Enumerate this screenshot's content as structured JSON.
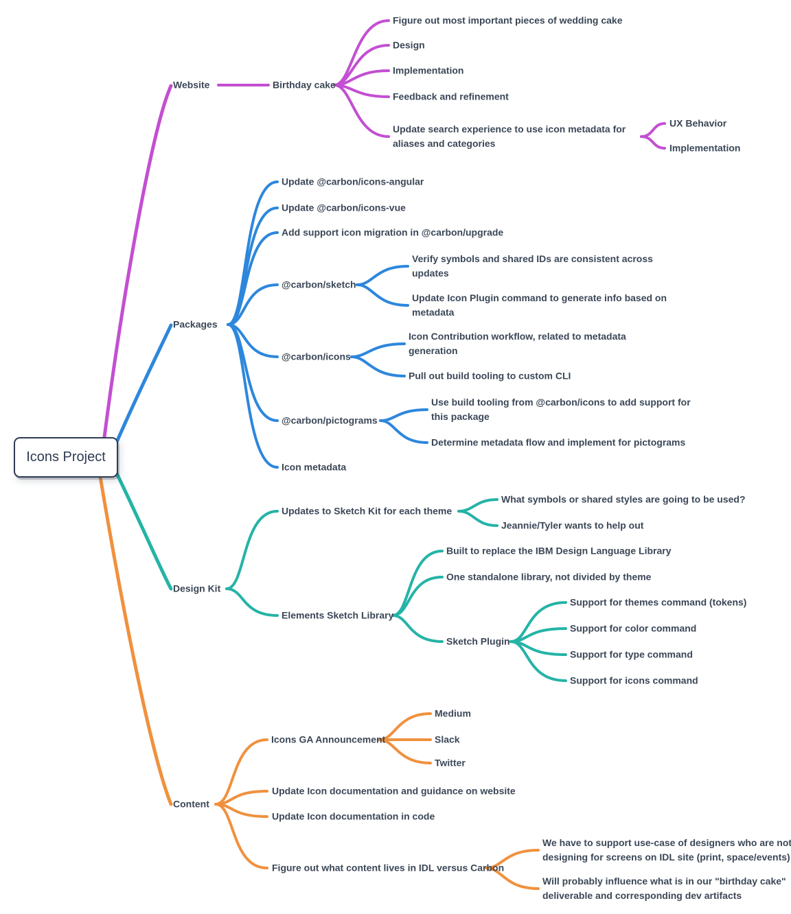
{
  "title": "Icons Project",
  "colors": {
    "website_branch": "#C34FD2",
    "packages_branch": "#2D87DC",
    "design_kit_branch": "#25B3A7",
    "content_branch": "#F0913E",
    "node_text": "#3B4757",
    "root_border": "#2F3B52",
    "background": "#FFFFFF"
  },
  "branches": [
    {
      "label": "Website",
      "children": [
        {
          "label": "Birthday cake",
          "children": [
            {
              "label": "Figure out most important pieces of wedding cake"
            },
            {
              "label": "Design"
            },
            {
              "label": "Implementation"
            },
            {
              "label": "Feedback and refinement"
            },
            {
              "label": "Update search experience to use icon metadata for aliases and categories",
              "children": [
                {
                  "label": "UX Behavior"
                },
                {
                  "label": "Implementation"
                }
              ]
            }
          ]
        }
      ]
    },
    {
      "label": "Packages",
      "children": [
        {
          "label": "Update @carbon/icons-angular"
        },
        {
          "label": "Update @carbon/icons-vue"
        },
        {
          "label": "Add support icon migration in @carbon/upgrade"
        },
        {
          "label": "@carbon/sketch",
          "children": [
            {
              "label": "Verify symbols and shared IDs are consistent across updates"
            },
            {
              "label": "Update Icon Plugin command to generate info based on metadata"
            }
          ]
        },
        {
          "label": "@carbon/icons",
          "children": [
            {
              "label": "Icon Contribution workflow, related to metadata generation"
            },
            {
              "label": "Pull out build tooling to custom CLI"
            }
          ]
        },
        {
          "label": "@carbon/pictograms",
          "children": [
            {
              "label": "Use build tooling from @carbon/icons to add support for this package"
            },
            {
              "label": "Determine metadata flow and implement for pictograms"
            }
          ]
        },
        {
          "label": "Icon metadata"
        }
      ]
    },
    {
      "label": "Design Kit",
      "children": [
        {
          "label": "Updates to Sketch Kit for each theme",
          "children": [
            {
              "label": "What symbols or shared styles are going to be used?"
            },
            {
              "label": "Jeannie/Tyler wants to help out"
            }
          ]
        },
        {
          "label": "Elements Sketch Library",
          "children": [
            {
              "label": "Built to replace the IBM Design Language Library"
            },
            {
              "label": "One standalone library, not divided by theme"
            },
            {
              "label": "Sketch Plugin",
              "children": [
                {
                  "label": "Support for themes command (tokens)"
                },
                {
                  "label": "Support for color command"
                },
                {
                  "label": "Support for type command"
                },
                {
                  "label": "Support for icons command"
                }
              ]
            }
          ]
        }
      ]
    },
    {
      "label": "Content",
      "children": [
        {
          "label": "Icons GA Announcement",
          "children": [
            {
              "label": "Medium"
            },
            {
              "label": "Slack"
            },
            {
              "label": "Twitter"
            }
          ]
        },
        {
          "label": "Update Icon documentation and guidance on website"
        },
        {
          "label": "Update Icon documentation in code"
        },
        {
          "label": "Figure out what content lives in IDL versus Carbon",
          "children": [
            {
              "label": "We have to support use-case of designers who are not designing for screens on IDL site (print, space/events)"
            },
            {
              "label": "Will probably influence what is in our \"birthday cake\" deliverable and corresponding dev artifacts"
            }
          ]
        }
      ]
    }
  ]
}
